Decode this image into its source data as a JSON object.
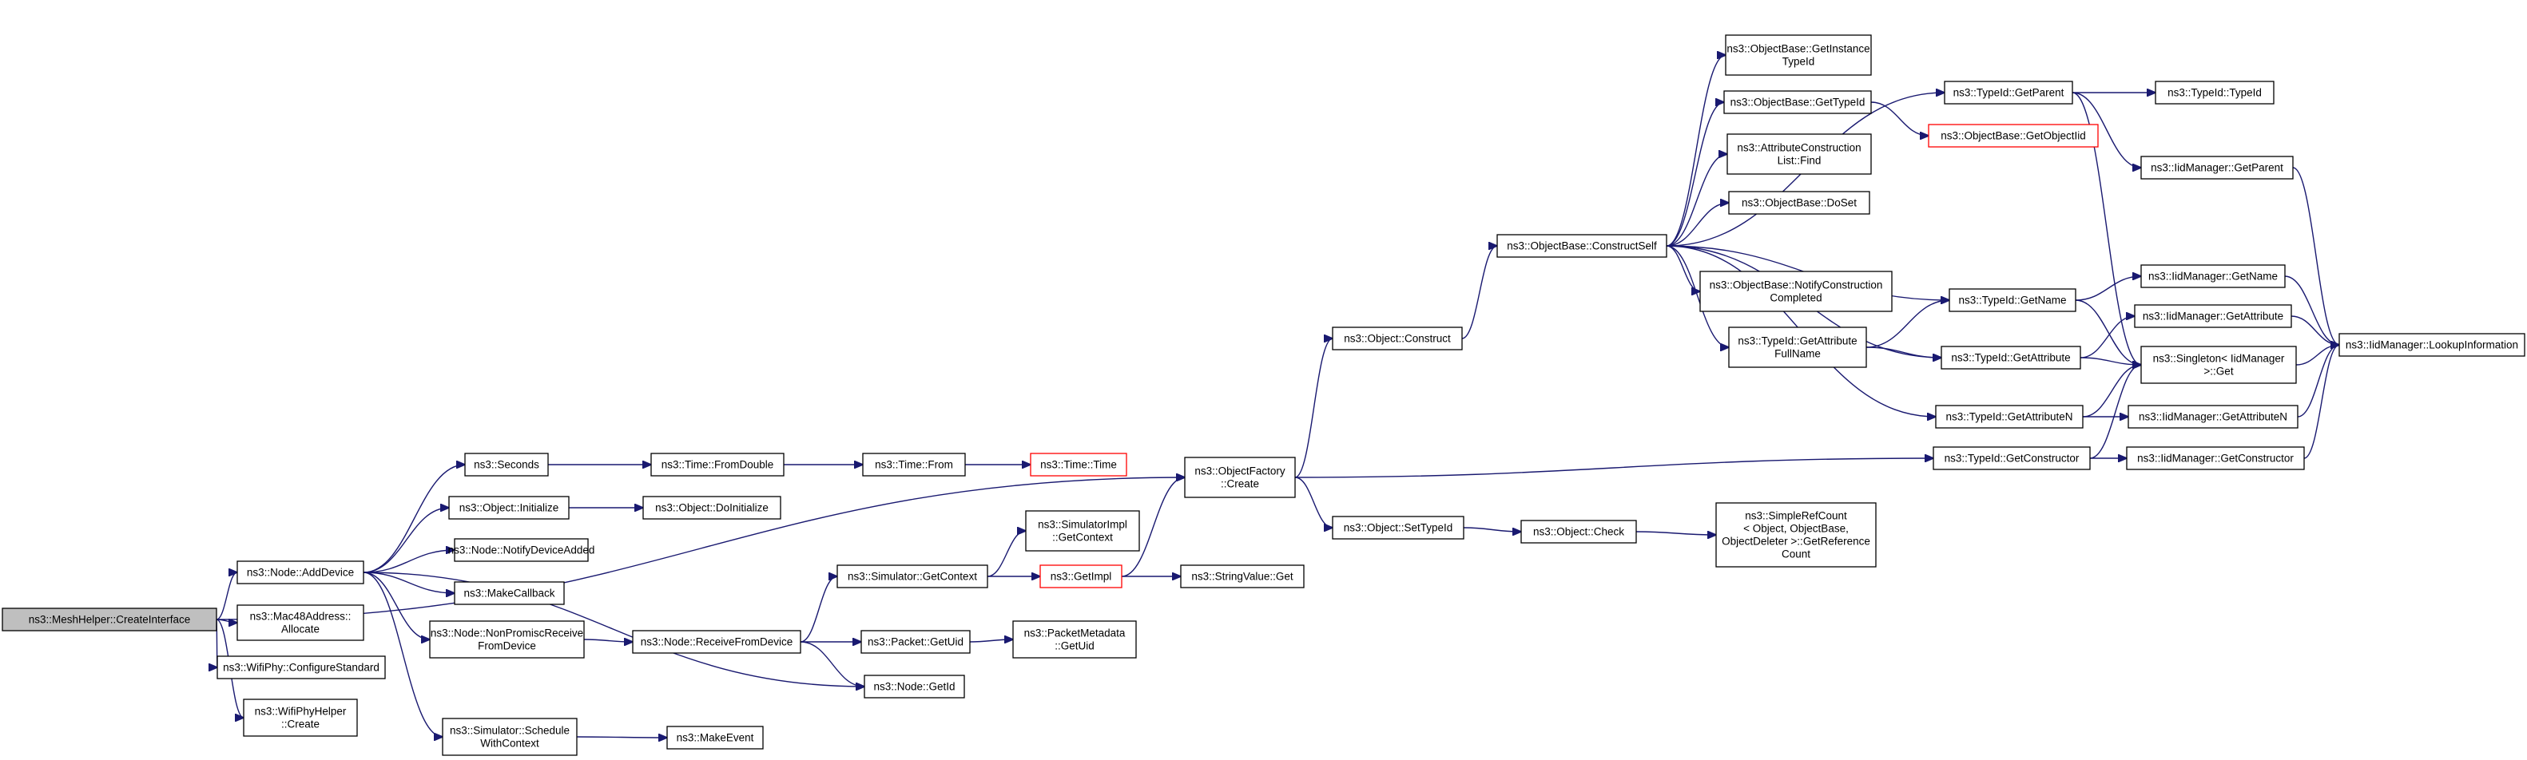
{
  "colors": {
    "edge": "#191970",
    "root_fill": "#bfbfbf",
    "truncated_border": "#ff0000",
    "node_border": "#000000"
  },
  "nodes": [
    {
      "id": "n0",
      "lines": [
        "ns3::MeshHelper::CreateInterface"
      ],
      "root": true
    },
    {
      "id": "n1",
      "lines": [
        "ns3::Node::AddDevice"
      ]
    },
    {
      "id": "n2",
      "lines": [
        "ns3::ObjectFactory",
        "::Create"
      ]
    },
    {
      "id": "n3",
      "lines": [
        "ns3::Mac48Address::",
        "Allocate"
      ]
    },
    {
      "id": "n4",
      "lines": [
        "ns3::WifiPhy::ConfigureStandard"
      ]
    },
    {
      "id": "n5",
      "lines": [
        "ns3::WifiPhyHelper",
        "::Create"
      ]
    },
    {
      "id": "n6",
      "lines": [
        "ns3::Seconds"
      ]
    },
    {
      "id": "n7",
      "lines": [
        "ns3::Object::Initialize"
      ]
    },
    {
      "id": "n8",
      "lines": [
        "ns3::Node::NotifyDeviceAdded"
      ]
    },
    {
      "id": "n9",
      "lines": [
        "ns3::MakeCallback"
      ]
    },
    {
      "id": "n10",
      "lines": [
        "ns3::Node::NonPromiscReceive",
        "FromDevice"
      ]
    },
    {
      "id": "n11",
      "lines": [
        "ns3::Node::GetId"
      ]
    },
    {
      "id": "n12",
      "lines": [
        "ns3::Simulator::Schedule",
        "WithContext"
      ]
    },
    {
      "id": "n13",
      "lines": [
        "ns3::Time::FromDouble"
      ]
    },
    {
      "id": "n14",
      "lines": [
        "ns3::Time::From"
      ]
    },
    {
      "id": "n15",
      "lines": [
        "ns3::Time::Time"
      ],
      "truncated": true
    },
    {
      "id": "n16",
      "lines": [
        "ns3::Object::DoInitialize"
      ]
    },
    {
      "id": "n17",
      "lines": [
        "ns3::Node::ReceiveFromDevice"
      ]
    },
    {
      "id": "n18",
      "lines": [
        "ns3::Simulator::GetContext"
      ]
    },
    {
      "id": "n19",
      "lines": [
        "ns3::Packet::GetUid"
      ]
    },
    {
      "id": "n20",
      "lines": [
        "ns3::SimulatorImpl",
        "::GetContext"
      ]
    },
    {
      "id": "n21",
      "lines": [
        "ns3::GetImpl"
      ],
      "truncated": true
    },
    {
      "id": "n22",
      "lines": [
        "ns3::StringValue::Get"
      ]
    },
    {
      "id": "n23",
      "lines": [
        "ns3::PacketMetadata",
        "::GetUid"
      ]
    },
    {
      "id": "n24",
      "lines": [
        "ns3::MakeEvent"
      ]
    },
    {
      "id": "n25",
      "lines": [
        "ns3::Object::Construct"
      ]
    },
    {
      "id": "n26",
      "lines": [
        "ns3::Object::SetTypeId"
      ]
    },
    {
      "id": "n27",
      "lines": [
        "ns3::TypeId::GetConstructor"
      ]
    },
    {
      "id": "n28",
      "lines": [
        "ns3::ObjectBase::ConstructSelf"
      ]
    },
    {
      "id": "n29",
      "lines": [
        "ns3::Object::Check"
      ]
    },
    {
      "id": "n30",
      "lines": [
        "ns3::SimpleRefCount",
        "< Object, ObjectBase,",
        "ObjectDeleter >::GetReference",
        "Count"
      ]
    },
    {
      "id": "n31",
      "lines": [
        "ns3::ObjectBase::GetInstance",
        "TypeId"
      ]
    },
    {
      "id": "n32",
      "lines": [
        "ns3::ObjectBase::GetTypeId"
      ]
    },
    {
      "id": "n33",
      "lines": [
        "ns3::AttributeConstruction",
        "List::Find"
      ]
    },
    {
      "id": "n34",
      "lines": [
        "ns3::ObjectBase::DoSet"
      ]
    },
    {
      "id": "n35",
      "lines": [
        "ns3::ObjectBase::NotifyConstruction",
        "Completed"
      ]
    },
    {
      "id": "n36",
      "lines": [
        "ns3::TypeId::GetAttribute",
        "FullName"
      ]
    },
    {
      "id": "n37",
      "lines": [
        "ns3::TypeId::GetParent"
      ]
    },
    {
      "id": "n38",
      "lines": [
        "ns3::ObjectBase::GetObjectIid"
      ],
      "truncated": true
    },
    {
      "id": "n39",
      "lines": [
        "ns3::TypeId::GetName"
      ]
    },
    {
      "id": "n40",
      "lines": [
        "ns3::TypeId::GetAttribute"
      ]
    },
    {
      "id": "n41",
      "lines": [
        "ns3::TypeId::GetAttributeN"
      ]
    },
    {
      "id": "n42",
      "lines": [
        "ns3::TypeId::TypeId"
      ]
    },
    {
      "id": "n43",
      "lines": [
        "ns3::IidManager::GetParent"
      ]
    },
    {
      "id": "n44",
      "lines": [
        "ns3::IidManager::GetName"
      ]
    },
    {
      "id": "n45",
      "lines": [
        "ns3::IidManager::GetAttribute"
      ]
    },
    {
      "id": "n46",
      "lines": [
        "ns3::Singleton< IidManager",
        ">::Get"
      ]
    },
    {
      "id": "n47",
      "lines": [
        "ns3::IidManager::GetAttributeN"
      ]
    },
    {
      "id": "n48",
      "lines": [
        "ns3::IidManager::GetConstructor"
      ]
    },
    {
      "id": "n49",
      "lines": [
        "ns3::IidManager::LookupInformation"
      ]
    }
  ],
  "edges": [
    [
      "n0",
      "n1"
    ],
    [
      "n0",
      "n2"
    ],
    [
      "n0",
      "n3"
    ],
    [
      "n0",
      "n4"
    ],
    [
      "n0",
      "n5"
    ],
    [
      "n1",
      "n6"
    ],
    [
      "n1",
      "n7"
    ],
    [
      "n1",
      "n8"
    ],
    [
      "n1",
      "n9"
    ],
    [
      "n1",
      "n10"
    ],
    [
      "n1",
      "n11"
    ],
    [
      "n1",
      "n12"
    ],
    [
      "n6",
      "n13"
    ],
    [
      "n13",
      "n14"
    ],
    [
      "n14",
      "n15"
    ],
    [
      "n7",
      "n16"
    ],
    [
      "n10",
      "n17"
    ],
    [
      "n17",
      "n18"
    ],
    [
      "n17",
      "n19"
    ],
    [
      "n17",
      "n11"
    ],
    [
      "n18",
      "n20"
    ],
    [
      "n18",
      "n21"
    ],
    [
      "n21",
      "n22"
    ],
    [
      "n21",
      "n2"
    ],
    [
      "n19",
      "n23"
    ],
    [
      "n12",
      "n24"
    ],
    [
      "n2",
      "n25"
    ],
    [
      "n2",
      "n26"
    ],
    [
      "n2",
      "n27"
    ],
    [
      "n25",
      "n28"
    ],
    [
      "n26",
      "n29"
    ],
    [
      "n29",
      "n30"
    ],
    [
      "n28",
      "n31"
    ],
    [
      "n28",
      "n32"
    ],
    [
      "n28",
      "n33"
    ],
    [
      "n28",
      "n34"
    ],
    [
      "n28",
      "n35"
    ],
    [
      "n28",
      "n36"
    ],
    [
      "n28",
      "n37"
    ],
    [
      "n28",
      "n39"
    ],
    [
      "n28",
      "n40"
    ],
    [
      "n28",
      "n41"
    ],
    [
      "n32",
      "n38"
    ],
    [
      "n37",
      "n42"
    ],
    [
      "n37",
      "n43"
    ],
    [
      "n37",
      "n46"
    ],
    [
      "n36",
      "n39"
    ],
    [
      "n36",
      "n40"
    ],
    [
      "n39",
      "n44"
    ],
    [
      "n39",
      "n46"
    ],
    [
      "n40",
      "n45"
    ],
    [
      "n40",
      "n46"
    ],
    [
      "n41",
      "n47"
    ],
    [
      "n41",
      "n46"
    ],
    [
      "n27",
      "n48"
    ],
    [
      "n27",
      "n46"
    ],
    [
      "n43",
      "n49"
    ],
    [
      "n44",
      "n49"
    ],
    [
      "n45",
      "n49"
    ],
    [
      "n46",
      "n49"
    ],
    [
      "n47",
      "n49"
    ],
    [
      "n48",
      "n49"
    ]
  ]
}
